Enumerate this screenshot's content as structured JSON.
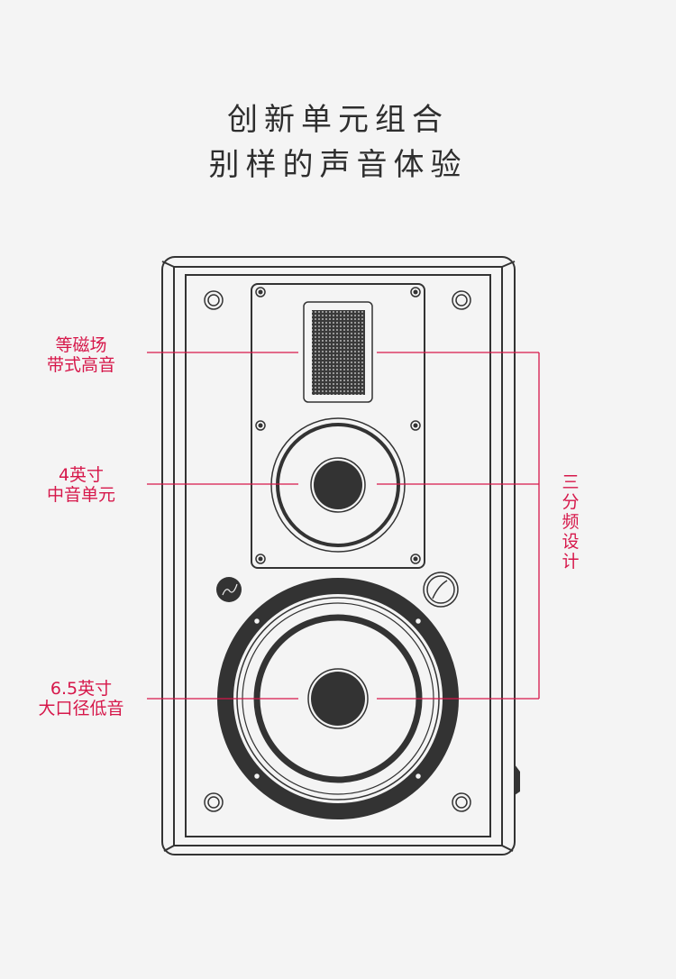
{
  "header": {
    "line1": "创新单元组合",
    "line2": "别样的声音体验"
  },
  "labels": {
    "tweeter": [
      "等磁场",
      "带式高音"
    ],
    "mid": [
      "4英寸",
      "中音单元"
    ],
    "woofer": [
      "6.5英寸",
      "大口径低音"
    ],
    "crossover": [
      "三",
      "分",
      "频",
      "设",
      "计"
    ]
  },
  "colors": {
    "accent": "#d6174a",
    "line": "#333333",
    "background": "#f4f4f4"
  }
}
